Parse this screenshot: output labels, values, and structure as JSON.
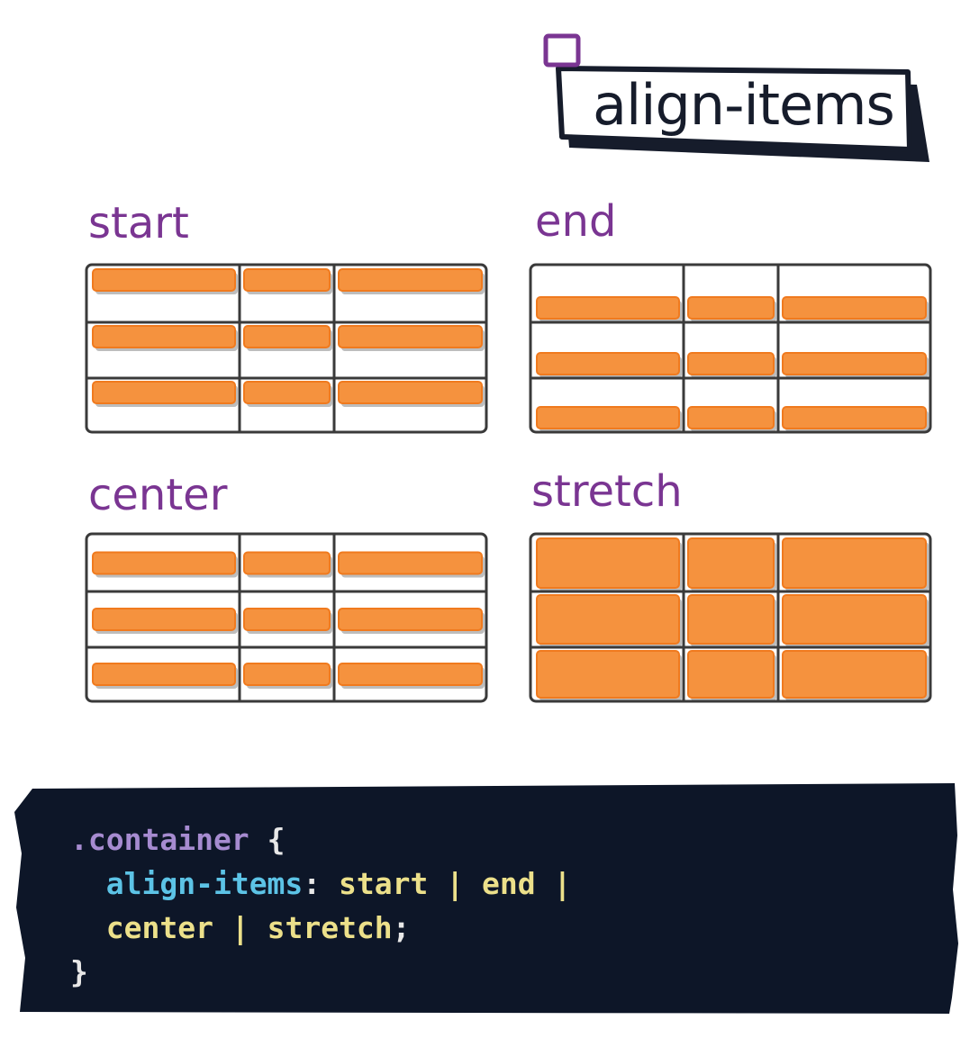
{
  "title": "align-items",
  "diagrams": [
    {
      "id": "start",
      "label": "start",
      "align": "start"
    },
    {
      "id": "end",
      "label": "end",
      "align": "end"
    },
    {
      "id": "center",
      "label": "center",
      "align": "center"
    },
    {
      "id": "stretch",
      "label": "stretch",
      "align": "stretch"
    }
  ],
  "code": {
    "selector": ".container",
    "open_brace": "{",
    "property": "align-items",
    "colon": ":",
    "value_start": "start",
    "value_end": "end",
    "value_center": "center",
    "value_stretch": "stretch",
    "separator": "|",
    "semicolon": ";",
    "close_brace": "}"
  },
  "colors": {
    "item_fill": "#f5923e",
    "item_stroke": "#f07a1e",
    "item_shadow": "#bdbdbd",
    "grid_line": "#3a3a3a",
    "label": "#7a3592",
    "code_bg": "#0d1628",
    "title_box": "#161c2b",
    "title_accent": "#7a3592"
  }
}
